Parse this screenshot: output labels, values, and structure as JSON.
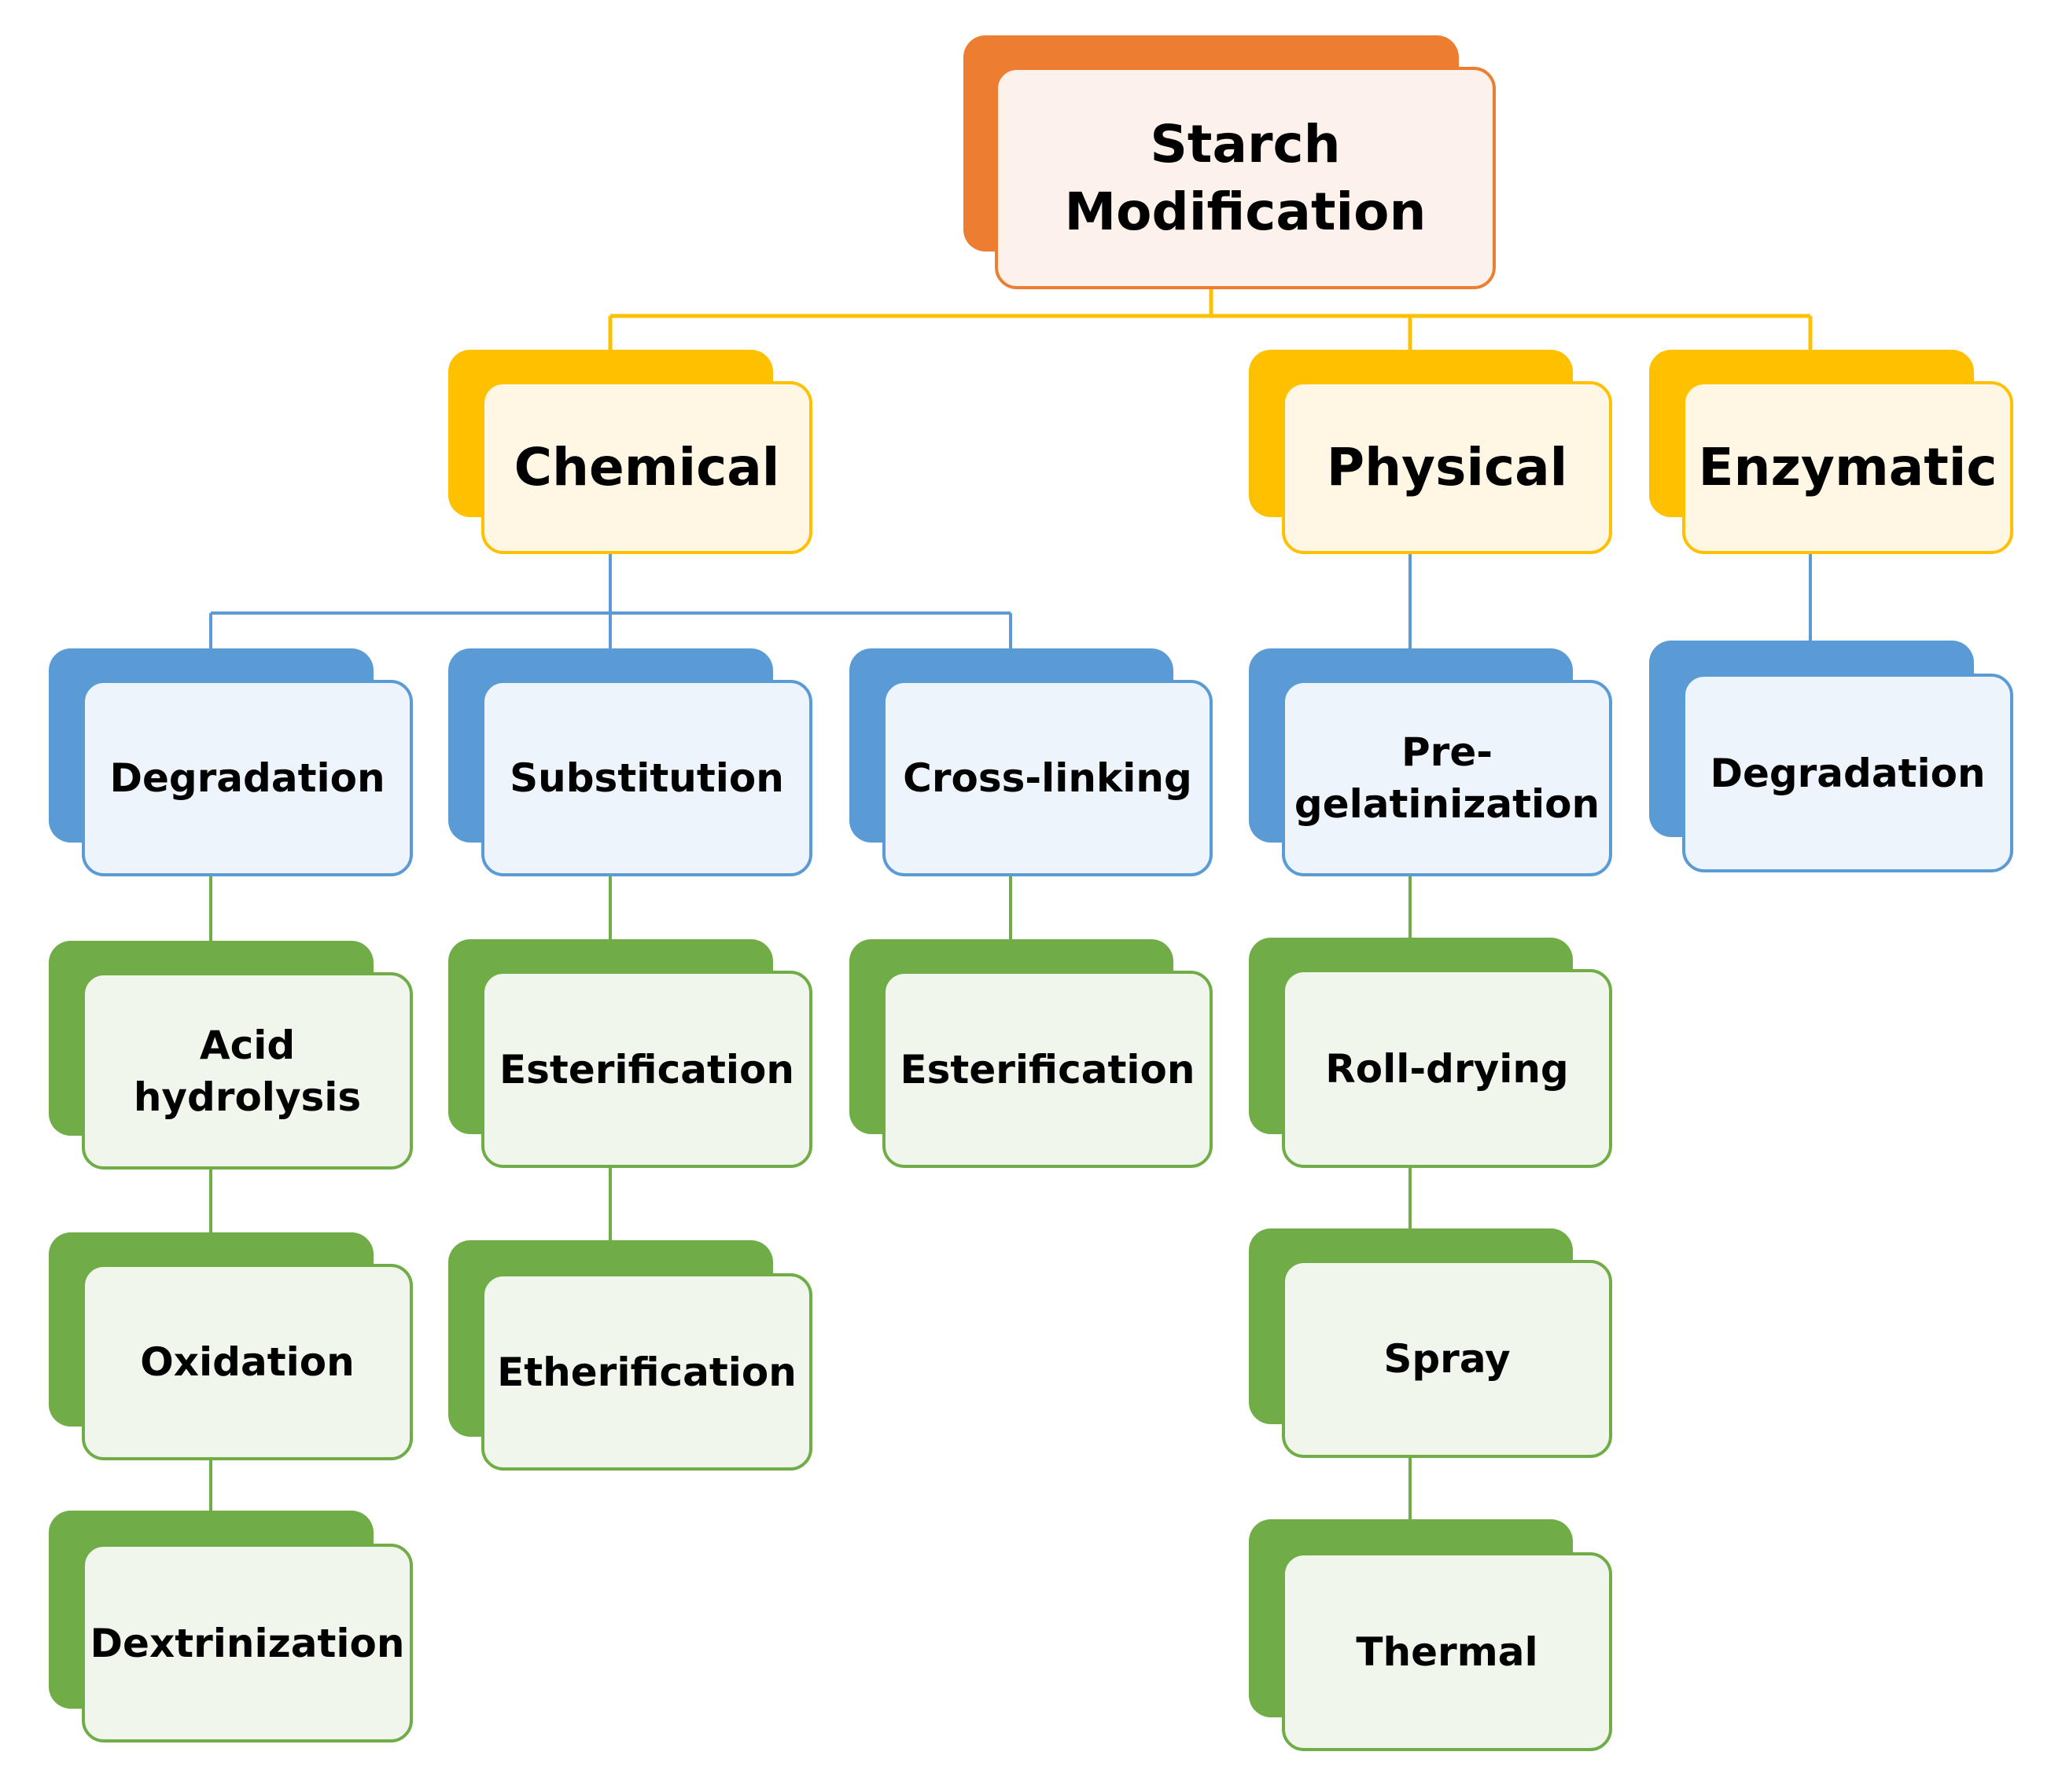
{
  "colors": {
    "root": "#ED7D31",
    "category": "#FFC000",
    "method": "#5B9BD5",
    "technique": "#70AD47"
  },
  "root": {
    "label": "Starch Modification"
  },
  "categories": {
    "chemical": {
      "label": "Chemical"
    },
    "physical": {
      "label": "Physical"
    },
    "enzymatic": {
      "label": "Enzymatic"
    }
  },
  "methods": {
    "chemical_degradation": {
      "label": "Degradation"
    },
    "substitution": {
      "label": "Substitution"
    },
    "cross_linking": {
      "label": "Cross-linking"
    },
    "pregelatinization": {
      "label": "Pre-gelatinization"
    },
    "enzymatic_degradation": {
      "label": "Degradation"
    }
  },
  "techniques": {
    "acid_hydrolysis": {
      "label": "Acid hydrolysis"
    },
    "oxidation": {
      "label": "Oxidation"
    },
    "dextrinization": {
      "label": "Dextrinization"
    },
    "substitution_esterification": {
      "label": "Esterification"
    },
    "etherification": {
      "label": "Etherification"
    },
    "crosslinking_esterification": {
      "label": "Esterification"
    },
    "roll_drying": {
      "label": "Roll-drying"
    },
    "spray": {
      "label": "Spray"
    },
    "thermal": {
      "label": "Thermal"
    }
  }
}
